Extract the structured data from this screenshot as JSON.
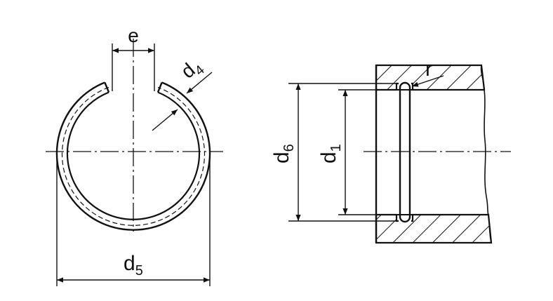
{
  "labels": {
    "e": "e",
    "d4": {
      "base": "d",
      "sub": "4"
    },
    "d5": {
      "base": "d",
      "sub": "5"
    },
    "d6": {
      "base": "d",
      "sub": "6"
    },
    "d1": {
      "base": "d",
      "sub": "1"
    },
    "r": "r"
  },
  "colors": {
    "ink": "#111111",
    "background": "#ffffff"
  }
}
